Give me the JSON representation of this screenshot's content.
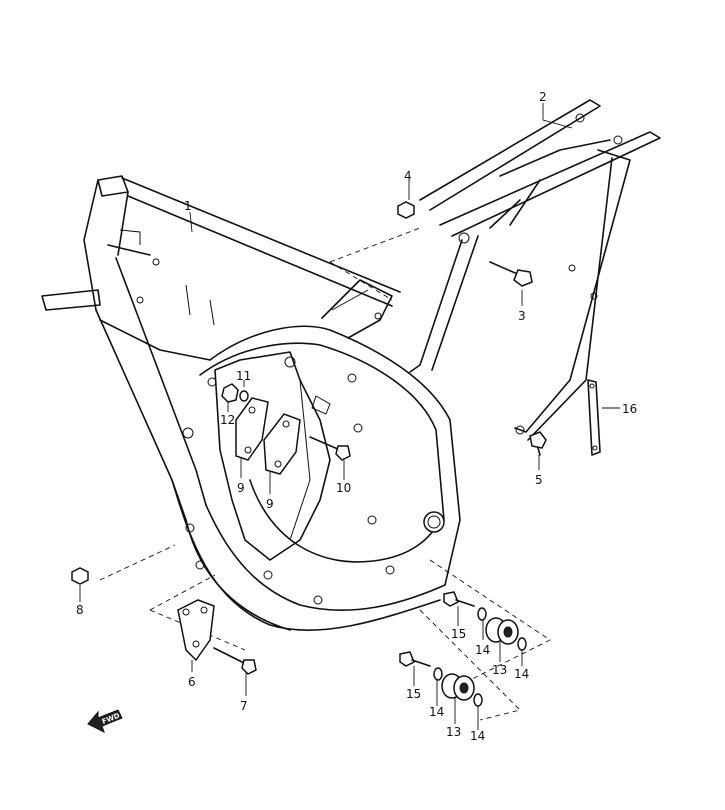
{
  "diagram": {
    "callouts": [
      {
        "id": "c1",
        "label": "1"
      },
      {
        "id": "c2",
        "label": "2"
      },
      {
        "id": "c3",
        "label": "3"
      },
      {
        "id": "c4",
        "label": "4"
      },
      {
        "id": "c5",
        "label": "5"
      },
      {
        "id": "c6",
        "label": "6"
      },
      {
        "id": "c7",
        "label": "7"
      },
      {
        "id": "c8",
        "label": "8"
      },
      {
        "id": "c9a",
        "label": "9"
      },
      {
        "id": "c9b",
        "label": "9"
      },
      {
        "id": "c10",
        "label": "10"
      },
      {
        "id": "c11",
        "label": "11"
      },
      {
        "id": "c12",
        "label": "12"
      },
      {
        "id": "c13a",
        "label": "13"
      },
      {
        "id": "c13b",
        "label": "13"
      },
      {
        "id": "c14a",
        "label": "14"
      },
      {
        "id": "c14b",
        "label": "14"
      },
      {
        "id": "c14c",
        "label": "14"
      },
      {
        "id": "c14d",
        "label": "14"
      },
      {
        "id": "c15a",
        "label": "15"
      },
      {
        "id": "c15b",
        "label": "15"
      },
      {
        "id": "c16",
        "label": "16"
      }
    ],
    "direction_arrow": {
      "label": "FWD"
    }
  }
}
